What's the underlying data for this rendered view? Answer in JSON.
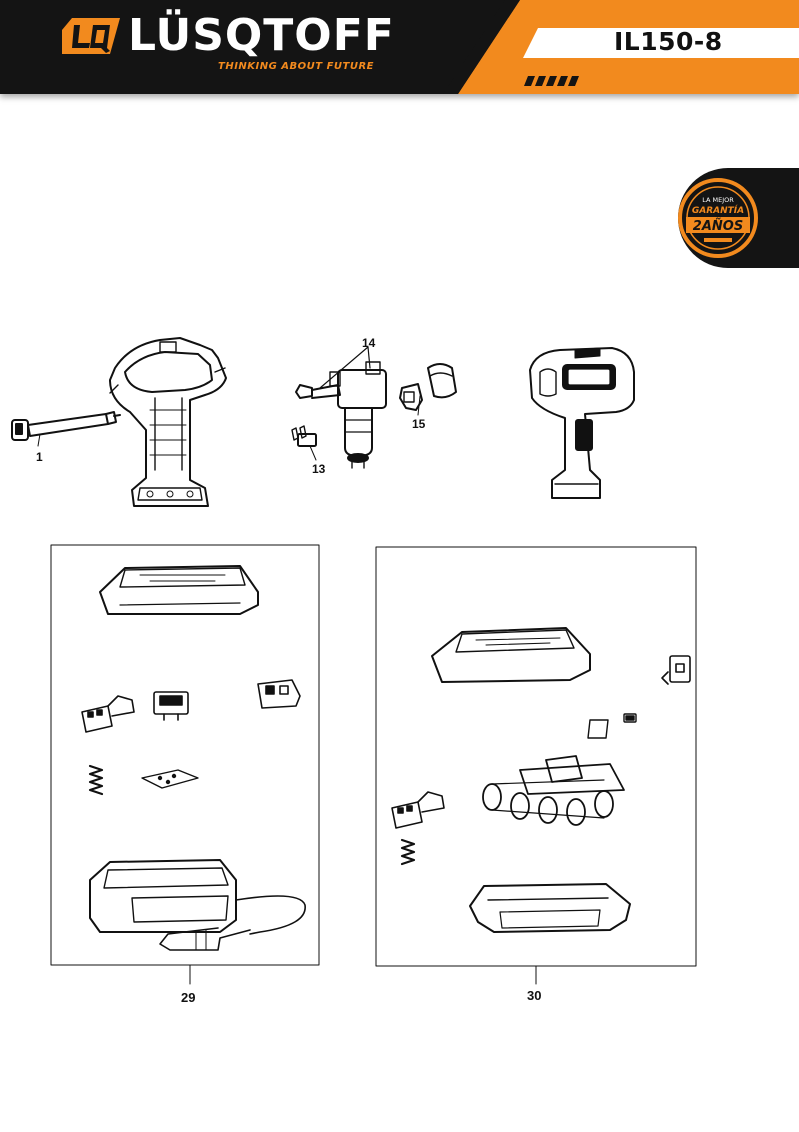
{
  "header": {
    "brand_name": "LÜSQTOFF",
    "tagline": "THINKING ABOUT FUTURE",
    "model": "IL150-8",
    "logo_icon": "lq-logo-icon",
    "colors": {
      "dark": "#141414",
      "accent": "#f28a1e",
      "white": "#ffffff"
    }
  },
  "warranty_badge": {
    "line1": "LA MEJOR",
    "line2": "GARANTÍA",
    "line3": "2AÑOS",
    "icon": "warranty-seal-icon"
  },
  "parts": [
    {
      "number": "1"
    },
    {
      "number": "14"
    },
    {
      "number": "15"
    },
    {
      "number": "13"
    }
  ],
  "groups": [
    {
      "number": "29"
    },
    {
      "number": "30"
    }
  ]
}
